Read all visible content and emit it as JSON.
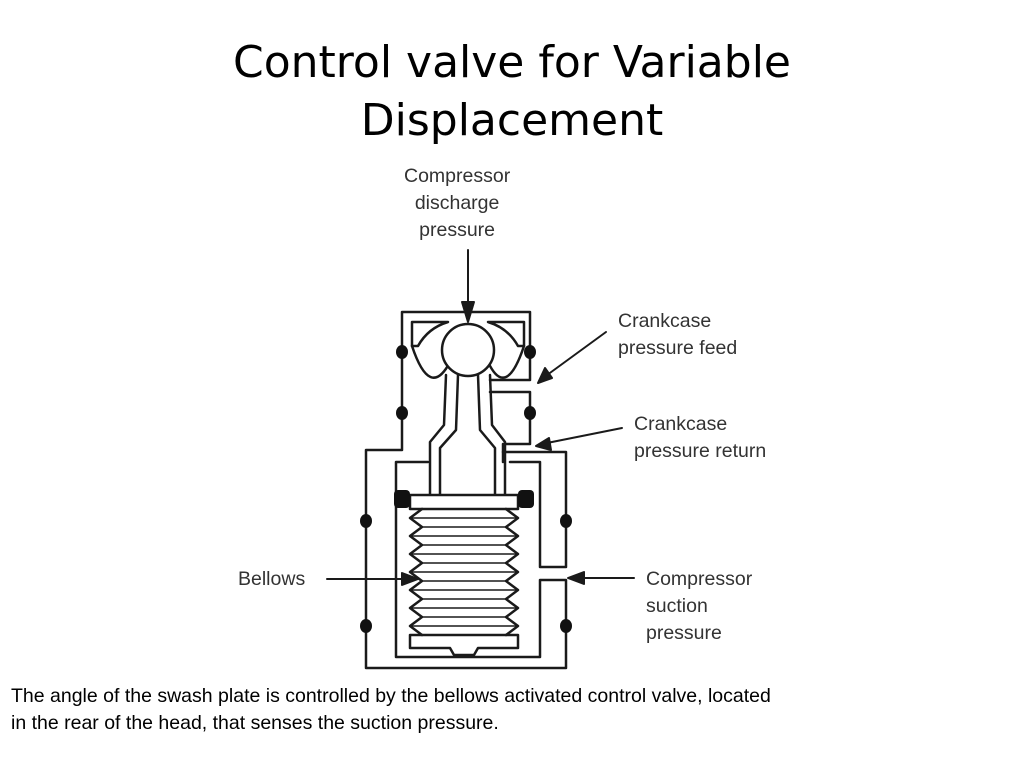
{
  "slide": {
    "title_lines": [
      "Control valve for Variable",
      "Displacement"
    ],
    "caption_lines": [
      "The angle of the swash plate is controlled by the bellows activated control valve, located",
      "in the rear of the head, that senses the suction pressure."
    ]
  },
  "diagram": {
    "labels": {
      "discharge": [
        "Compressor",
        "discharge",
        "pressure"
      ],
      "crankcase_feed": [
        "Crankcase",
        "pressure feed"
      ],
      "crankcase_return": [
        "Crankcase",
        "pressure return"
      ],
      "bellows": [
        "Bellows"
      ],
      "suction": [
        "Compressor",
        "suction",
        "pressure"
      ]
    },
    "colors": {
      "line": "#1a1a1a",
      "label": "#333333"
    }
  }
}
